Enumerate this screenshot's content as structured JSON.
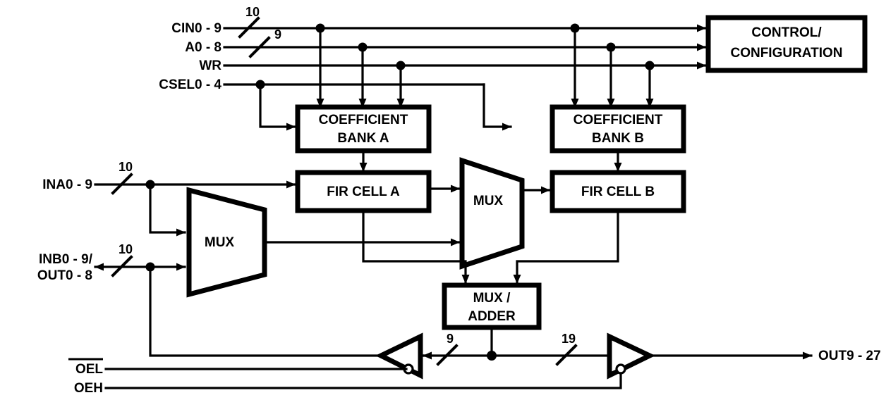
{
  "diagram": {
    "title": "FIR filter block diagram",
    "line_color": "#000000",
    "background": "#ffffff"
  },
  "inputs": [
    {
      "id": "cin",
      "label": "CIN0 - 9",
      "bus_width": "10",
      "direction": "in"
    },
    {
      "id": "a",
      "label": "A0 - 8",
      "bus_width": "9",
      "direction": "in"
    },
    {
      "id": "wr",
      "label": "WR",
      "bus_width": "",
      "direction": "in"
    },
    {
      "id": "csel",
      "label": "CSEL0 - 4",
      "bus_width": "",
      "direction": "in"
    },
    {
      "id": "ina",
      "label": "INA0 - 9",
      "bus_width": "10",
      "direction": "in"
    },
    {
      "id": "inb1",
      "label": "INB0 - 9/",
      "bus_width": "10",
      "direction": "bidir"
    },
    {
      "id": "inb2",
      "label": "OUT0 - 8",
      "bus_width": "",
      "direction": "bidir"
    },
    {
      "id": "oel",
      "label": "OEL",
      "bus_width": "",
      "direction": "in",
      "active_low": true
    },
    {
      "id": "oeh",
      "label": "OEH",
      "bus_width": "",
      "direction": "in",
      "active_low": false
    }
  ],
  "outputs": [
    {
      "id": "out",
      "label": "OUT9 - 27",
      "bus_width": "19",
      "direction": "out"
    }
  ],
  "blocks": [
    {
      "id": "control",
      "line1": "CONTROL/",
      "line2": "CONFIGURATION"
    },
    {
      "id": "coeff_a",
      "line1": "COEFFICIENT",
      "line2": "BANK A"
    },
    {
      "id": "coeff_b",
      "line1": "COEFFICIENT",
      "line2": "BANK B"
    },
    {
      "id": "fir_a",
      "line1": "FIR CELL A",
      "line2": ""
    },
    {
      "id": "fir_b",
      "line1": "FIR CELL B",
      "line2": ""
    },
    {
      "id": "mux_adder",
      "line1": "MUX /",
      "line2": "ADDER"
    }
  ],
  "muxes": [
    {
      "id": "mux_left",
      "label": "MUX"
    },
    {
      "id": "mux_middle",
      "label": "MUX"
    }
  ],
  "bus_tags": [
    {
      "id": "cin_width",
      "value": "10"
    },
    {
      "id": "a_width",
      "value": "9"
    },
    {
      "id": "ina_width",
      "value": "10"
    },
    {
      "id": "inb_width",
      "value": "10"
    },
    {
      "id": "low_width",
      "value": "9"
    },
    {
      "id": "high_width",
      "value": "19"
    }
  ]
}
